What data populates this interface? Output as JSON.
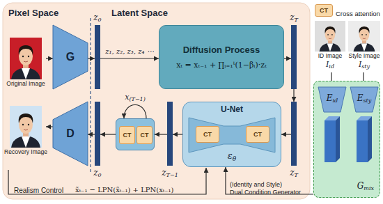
{
  "diagram": {
    "nodes": [
      {
        "text": [
          "Pixel Space",
          "Latent Space"
        ]
      },
      {
        "text": [
          "Original Image"
        ],
        "in": 0
      },
      {
        "text": [
          "G"
        ],
        "in": 0
      },
      {
        "text": [
          "z",
          "0"
        ],
        "in": 0
      },
      {
        "text": [
          "Diffusion Process",
          "xₜ = xₜ₋₁ + ∏ᵢ₌₁ᵗ(1−βᵢ)·zₜ"
        ],
        "in": 0
      },
      {
        "text": [
          "z",
          "T"
        ],
        "in": 0
      },
      {
        "text": [
          "Recovery Image"
        ],
        "in": 0
      },
      {
        "text": [
          "D"
        ],
        "in": 0
      },
      {
        "text": [
          "z",
          "0"
        ],
        "in": 0
      },
      {
        "text": [
          "x",
          "(T−1)"
        ],
        "in": 0
      },
      {
        "text": [
          "CT"
        ],
        "in": 9
      },
      {
        "text": [
          "CT"
        ],
        "in": 9
      },
      {
        "text": [
          "z",
          "T−1"
        ],
        "in": 0
      },
      {
        "text": [
          "U-Net",
          "ε",
          "θ"
        ],
        "in": 0
      },
      {
        "text": [
          "CT"
        ],
        "in": 13
      },
      {
        "text": [
          "CT"
        ],
        "in": 13
      },
      {
        "text": [
          "z",
          "T"
        ],
        "in": 0
      },
      {
        "text": [
          "ID Image",
          "I",
          "id"
        ]
      },
      {
        "text": [
          "Style Image",
          "I",
          "sty"
        ]
      },
      {
        "text": [
          "G",
          "mix"
        ]
      },
      {
        "text": [
          "E",
          "id"
        ],
        "in": 19
      },
      {
        "text": [
          "E",
          "sty"
        ],
        "in": 19
      }
    ],
    "edges": [
      {
        "from": 1,
        "to": 2,
        "arrow": "to"
      },
      {
        "from": 2,
        "to": 3,
        "arrow": "to"
      },
      {
        "from": 3,
        "to": 4,
        "arrow": "to",
        "label": "z₁, z₂, z₃, z₄ ⋯"
      },
      {
        "from": 4,
        "to": 5,
        "arrow": "to"
      },
      {
        "from": 5,
        "to": 16,
        "arrow": "to"
      },
      {
        "from": 16,
        "to": 13,
        "arrow": "to"
      },
      {
        "from": 13,
        "to": 12,
        "arrow": "to"
      },
      {
        "from": 12,
        "to": 9,
        "arrow": "to"
      },
      {
        "from": 9,
        "to": 9,
        "arrow": "to"
      },
      {
        "from": 9,
        "to": 8,
        "arrow": "to"
      },
      {
        "from": 8,
        "to": 7,
        "arrow": "to"
      },
      {
        "from": 7,
        "to": 6,
        "arrow": "to"
      },
      {
        "from": 17,
        "to": 20,
        "arrow": "to"
      },
      {
        "from": 18,
        "to": 21,
        "arrow": "to"
      },
      {
        "from": 19,
        "to": 13,
        "arrow": "to"
      }
    ],
    "labels": [
      "CT",
      "Realism Control",
      "x̃ₜ₋₁ − LPN(x̃ₜ₋₁) + LPN(xₜ₋₁)",
      "(Identity and Style)",
      "Dual Condition Generator"
    ],
    "legend": [
      {
        "text": "Cross attention",
        "color": "#f9d9a8"
      }
    ]
  }
}
